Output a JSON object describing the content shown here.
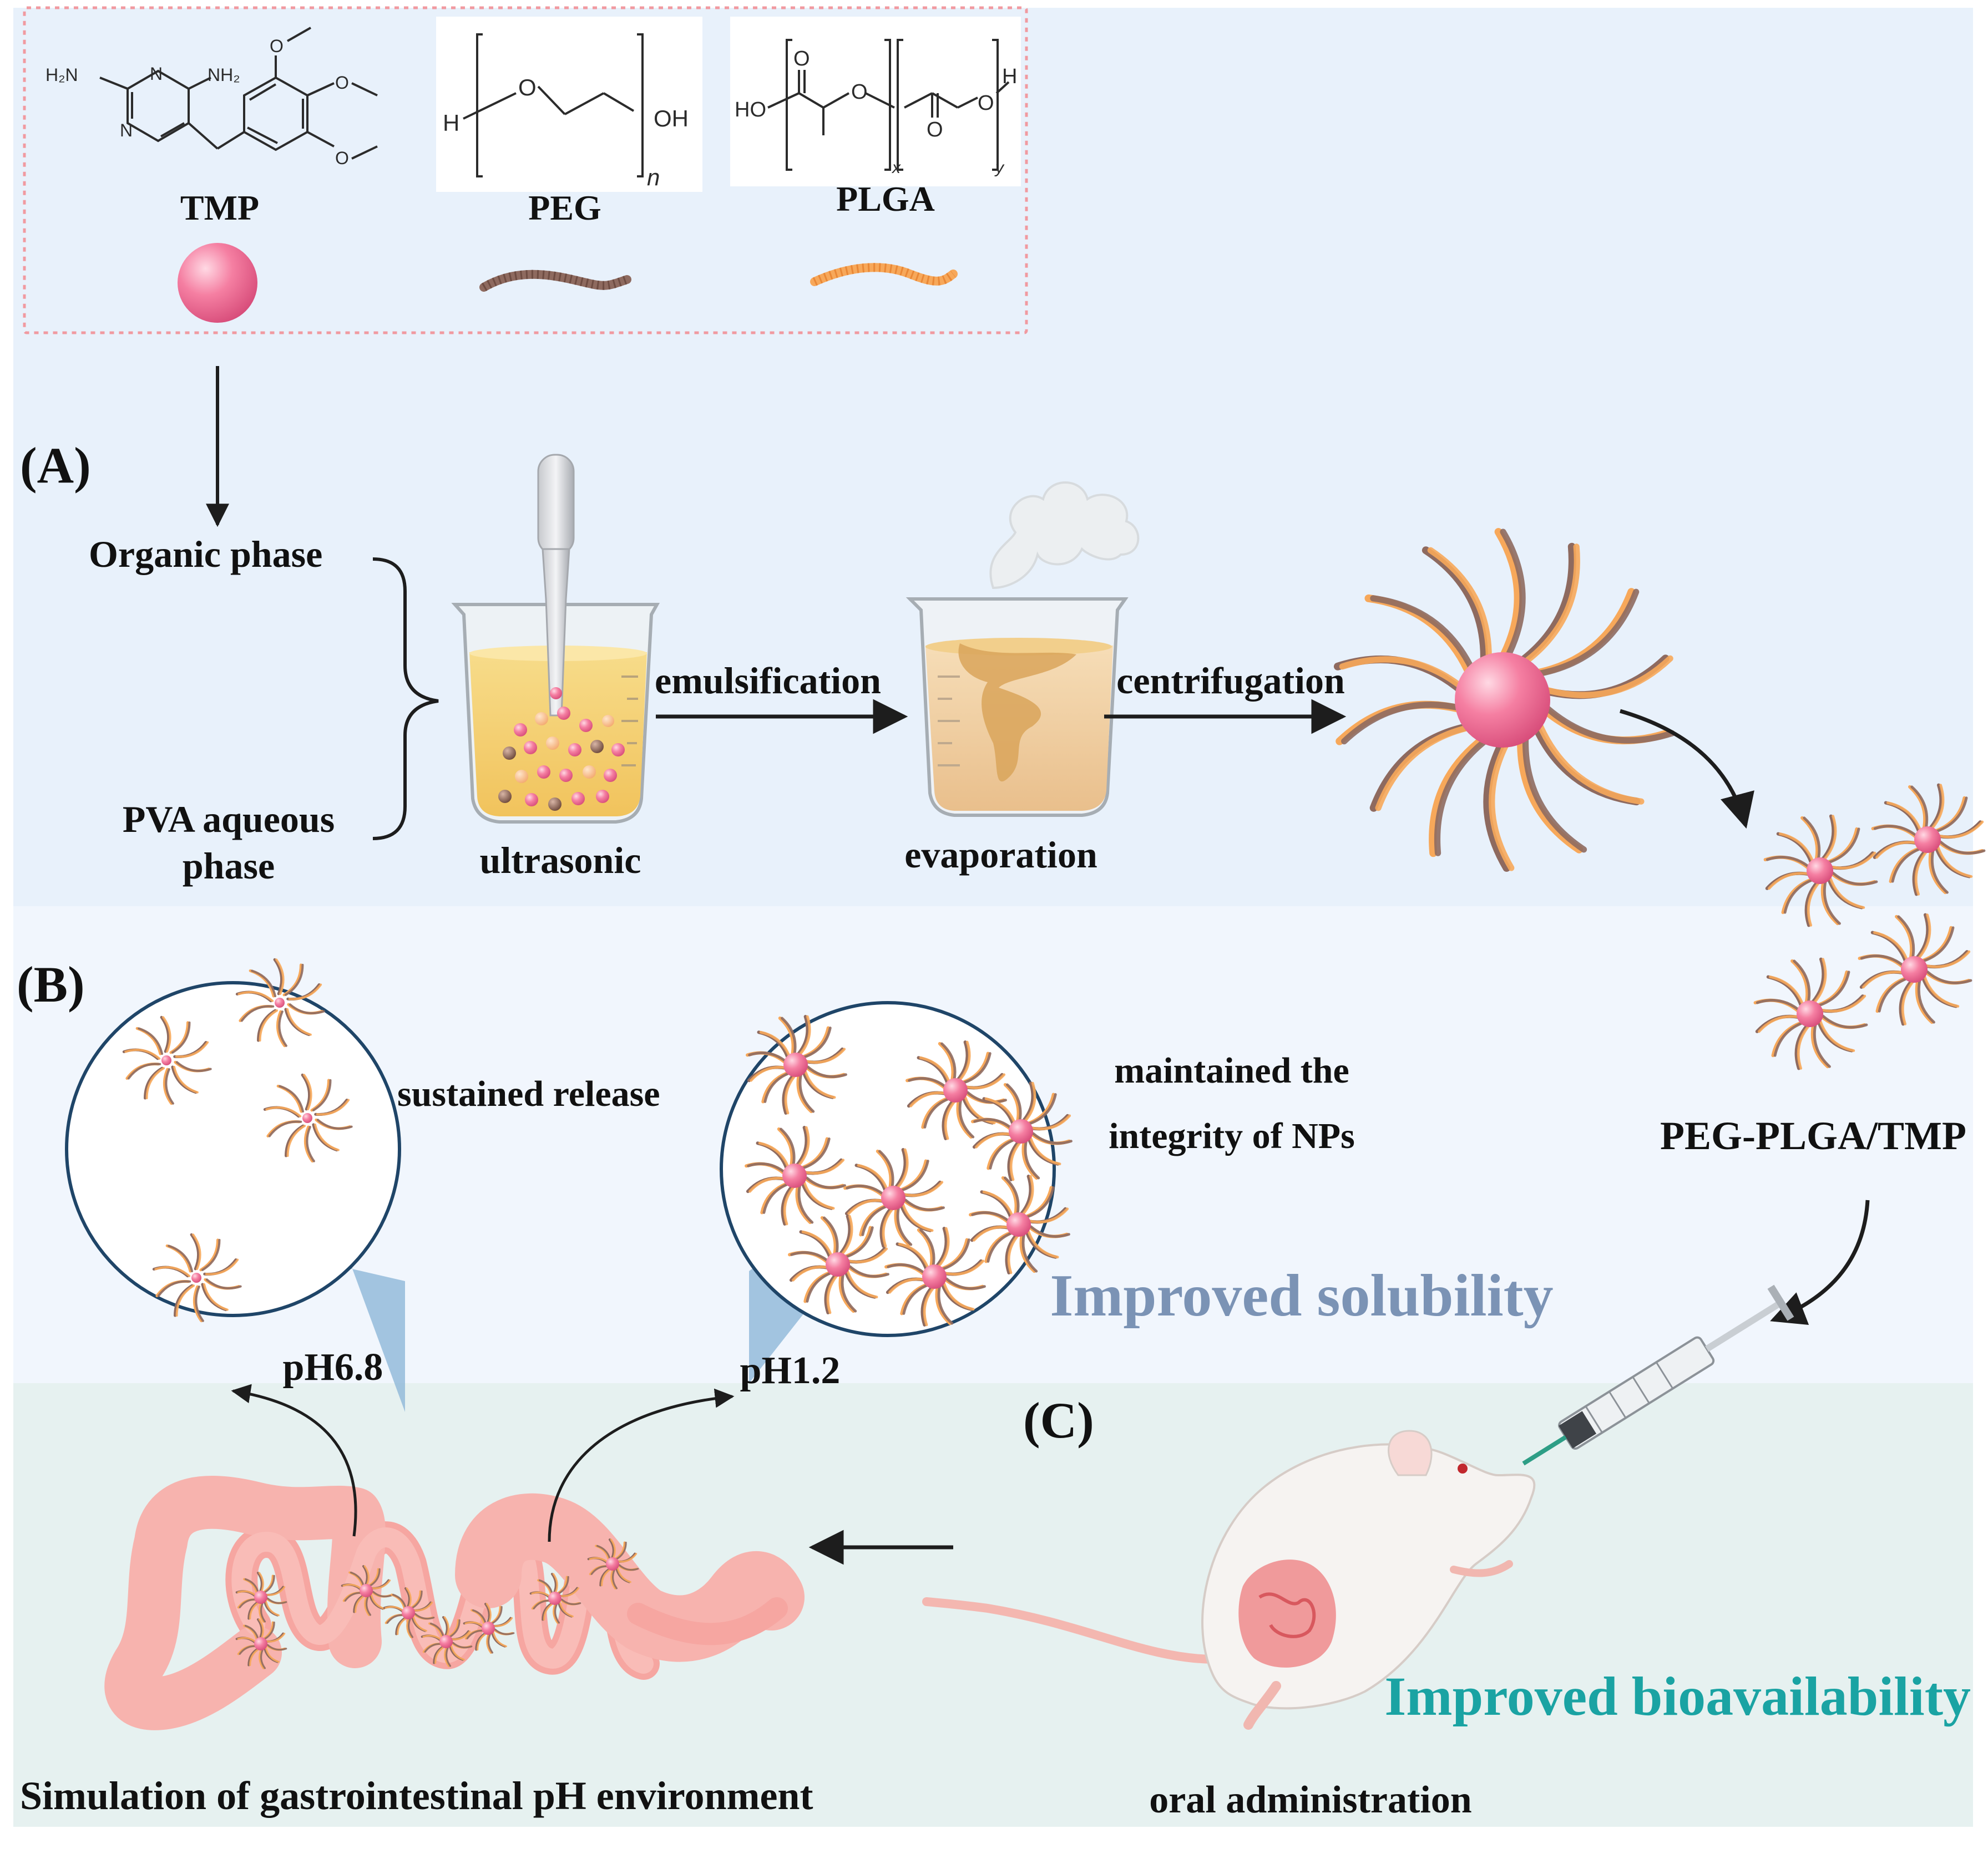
{
  "colors": {
    "panel_a_bg": "#e8f1fb",
    "panel_b_bg": "#f1f6fd",
    "panel_c_bg": "#e6f1f0",
    "tmp_pink": "#f17ea0",
    "peg_brown": "#8e6a5f",
    "plga_orange": "#f7a85a",
    "solubility_text": "#7b93b5",
    "bioavailability_text": "#1aa3a3",
    "gut_pink": "#f7b1ad",
    "dashed_border": "#f19aa0"
  },
  "panel_labels": {
    "a": "(A)",
    "b": "(B)",
    "c": "(C)"
  },
  "materials": [
    {
      "name": "TMP",
      "icon": "tmp-sphere"
    },
    {
      "name": "PEG",
      "icon": "peg-chain"
    },
    {
      "name": "PLGA",
      "icon": "plga-chain"
    }
  ],
  "chem": {
    "tmp": {
      "nh2_left": "H₂N",
      "nh2_right": "NH₂",
      "n1": "N",
      "n2": "N",
      "n3": "N",
      "o1": "O",
      "o2": "O",
      "o3": "O"
    },
    "peg": {
      "h": "H",
      "o": "O",
      "oh": "OH",
      "sub": "n"
    },
    "plga": {
      "ho": "HO",
      "o1": "O",
      "o2": "O",
      "o3": "O",
      "o4": "O",
      "h": "H",
      "sub_x": "x",
      "sub_y": "y"
    }
  },
  "process": {
    "organic_phase": "Organic phase",
    "pva_line1": "PVA aqueous",
    "pva_line2": "phase",
    "ultrasonic": "ultrasonic",
    "emulsification": "emulsification",
    "evaporation": "evaporation",
    "centrifugation": "centrifugation"
  },
  "panel_b": {
    "sustained_release": "sustained release",
    "maintained_line1": "maintained the",
    "maintained_line2": "integrity of NPs",
    "ph_intestine": "pH6.8",
    "ph_stomach": "pH1.2",
    "improved_solubility": "Improved solubility",
    "product_name": "PEG-PLGA/TMP"
  },
  "panel_c": {
    "improved_bioavailability": "Improved bioavailability",
    "simulation_caption": "Simulation of gastrointestinal pH environment",
    "oral_administration": "oral administration"
  }
}
